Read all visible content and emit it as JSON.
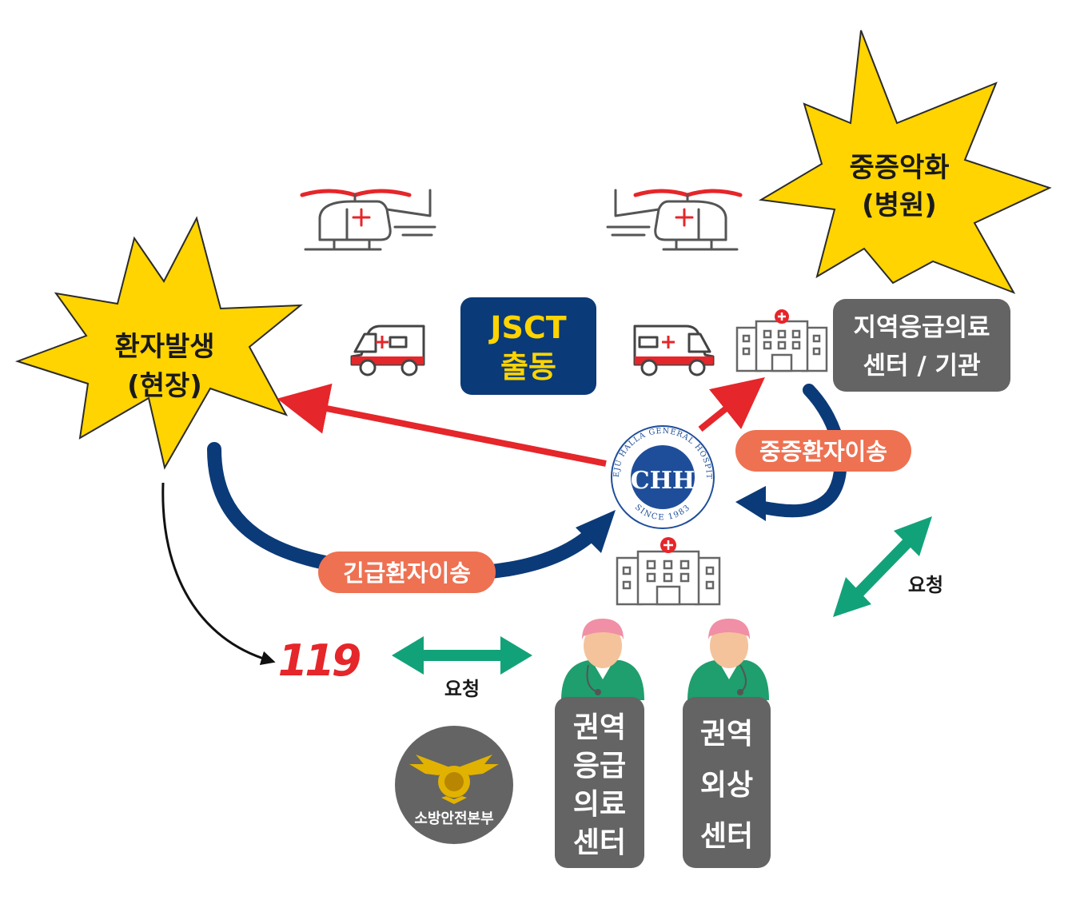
{
  "burst_scene": {
    "line1": "환자발생",
    "line2": "(현장)"
  },
  "burst_hospital": {
    "line1": "중증악화",
    "line2": "(병원)"
  },
  "jsct": {
    "line1": "JSCT",
    "line2": "출동"
  },
  "regional_center": {
    "line1": "지역응급의료",
    "line2": "센터 / 기관"
  },
  "labels": {
    "emergency_transfer": "긴급환자이송",
    "severe_transfer": "중증환자이송",
    "request_left": "요청",
    "request_right": "요청"
  },
  "logo_119": "119",
  "chh": {
    "center": "CHH",
    "ring_top": "CHEJU HALLA GENERAL HOSPITAL",
    "ring_bottom": "SINCE 1983"
  },
  "fire_dept": {
    "label": "소방안전본부"
  },
  "regional_emergency": {
    "lines": [
      "권역",
      "응급",
      "의료",
      "센터"
    ]
  },
  "trauma_center": {
    "lines": [
      "권역",
      "외상",
      "센터"
    ]
  },
  "colors": {
    "yellow": "#FFD400",
    "navy": "#0B3A78",
    "red": "#E5262A",
    "salmon": "#EE7152",
    "green": "#12A27A",
    "gray": "#646464",
    "scrub": "#1F9E6E",
    "cap": "#F08FA5"
  }
}
